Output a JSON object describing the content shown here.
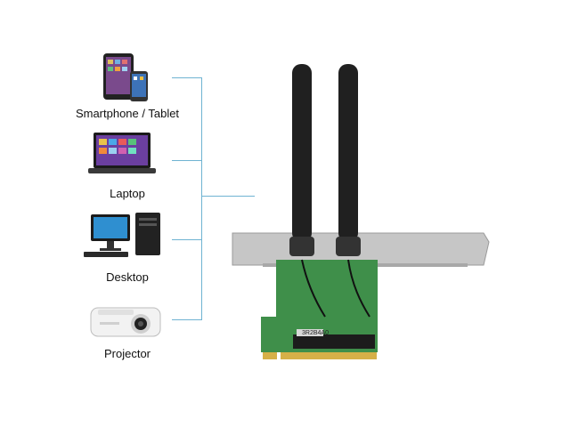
{
  "devices": [
    {
      "name": "smartphone-tablet",
      "label": "Smartphone / Tablet",
      "icon": "tablet-phone-icon"
    },
    {
      "name": "laptop",
      "label": "Laptop",
      "icon": "laptop-icon"
    },
    {
      "name": "desktop",
      "label": "Desktop",
      "icon": "desktop-computer-icon"
    },
    {
      "name": "projector",
      "label": "Projector",
      "icon": "projector-icon"
    }
  ],
  "card": {
    "icon": "wifi-pcie-card-icon",
    "slot_text": "3R2B4A0"
  },
  "colors": {
    "connector_line": "#6fb3d2",
    "pcb_green": "#3f8f4a",
    "bracket": "#bfbfbf"
  }
}
